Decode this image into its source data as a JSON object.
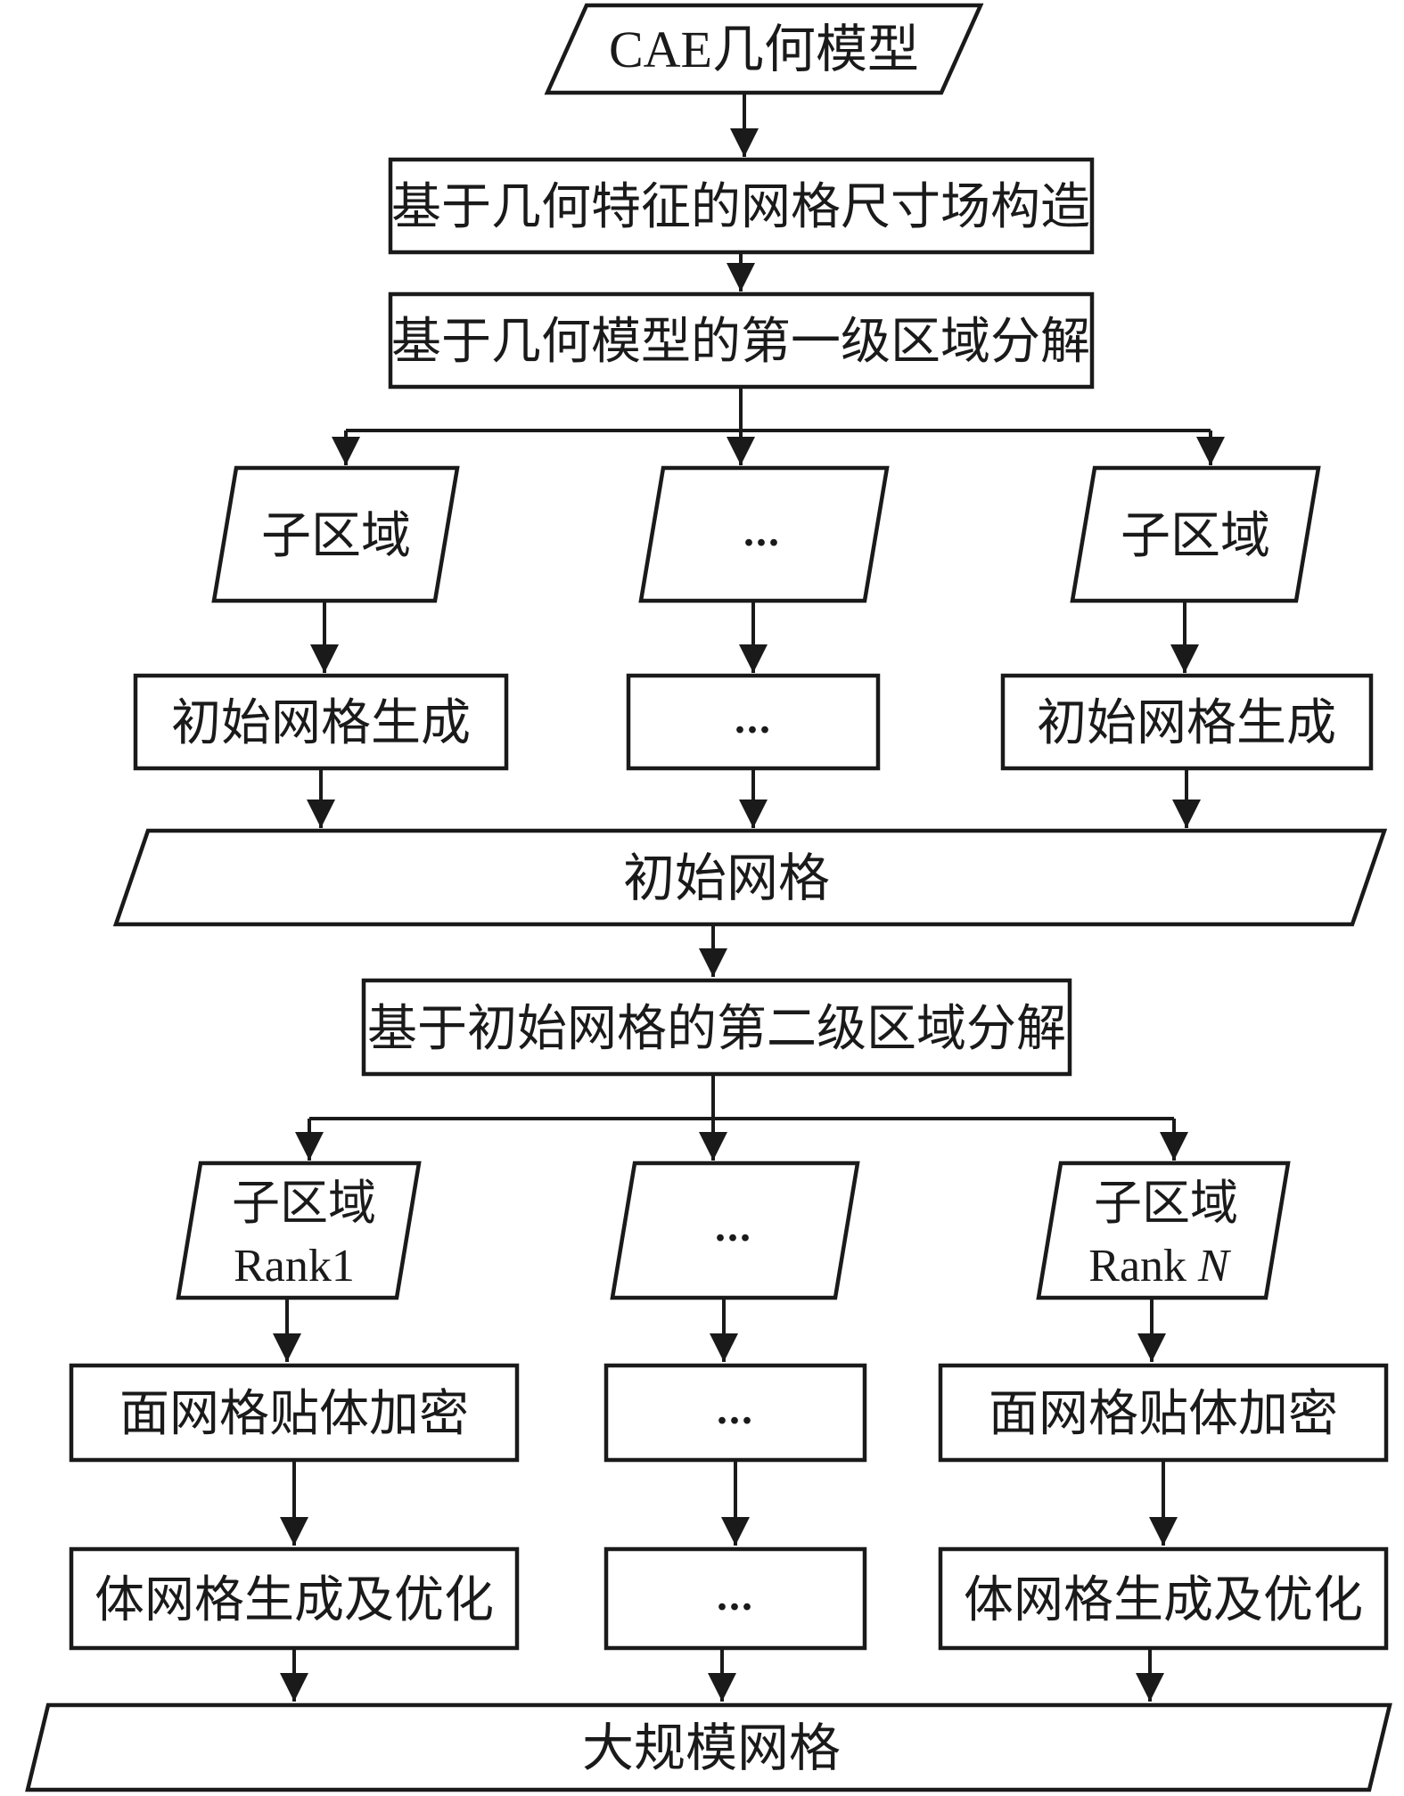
{
  "colors": {
    "ink": "#1a1a1a",
    "background": "#ffffff"
  },
  "nodes": {
    "cae": {
      "label": "CAE几何模型"
    },
    "size_field": {
      "label": "基于几何特征的网格尺寸场构造"
    },
    "decomp1": {
      "label": "基于几何模型的第一级区域分解"
    },
    "sub1_left": {
      "label": "子区域"
    },
    "sub1_mid": {
      "label": "..."
    },
    "sub1_right": {
      "label": "子区域"
    },
    "initgen_left": {
      "label": "初始网格生成"
    },
    "initgen_mid": {
      "label": "..."
    },
    "initgen_right": {
      "label": "初始网格生成"
    },
    "init_mesh": {
      "label": "初始网格"
    },
    "decomp2": {
      "label": "基于初始网格的第二级区域分解"
    },
    "sub2_left": {
      "line1": "子区域",
      "line2": "Rank1"
    },
    "sub2_mid": {
      "label": "..."
    },
    "sub2_right": {
      "line1": "子区域",
      "line2_prefix": "Rank ",
      "line2_rank": "N"
    },
    "refine_left": {
      "label": "面网格贴体加密"
    },
    "refine_mid": {
      "label": "..."
    },
    "refine_right": {
      "label": "面网格贴体加密"
    },
    "volume_left": {
      "label": "体网格生成及优化"
    },
    "volume_mid": {
      "label": "..."
    },
    "volume_right": {
      "label": "体网格生成及优化"
    },
    "large_mesh": {
      "label": "大规模网格"
    }
  }
}
